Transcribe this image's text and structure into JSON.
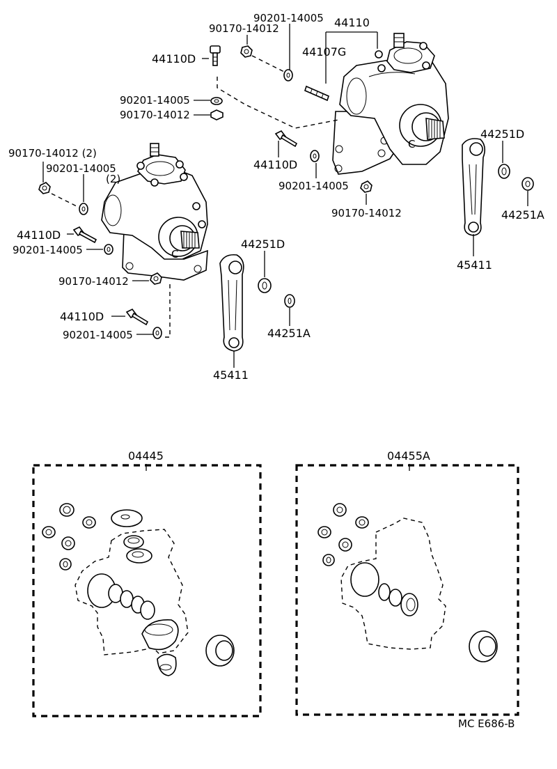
{
  "diagram": {
    "code": "MC E686-B",
    "labels": {
      "u_nut_top": "90170-14012",
      "u_washer_top": "90201-14005",
      "u_assy": "44110",
      "u_bolt_top": "44110D",
      "u_stud": "44107G",
      "u_washer_mid": "90201-14005",
      "u_nut_mid": "90170-14012",
      "u_bolt_mid": "44110D",
      "u_washer_low": "90201-14005",
      "u_nut_low": "90170-14012",
      "u_seal_d": "44251D",
      "u_seal_a": "44251A",
      "u_arm": "45411",
      "l_nut_top": "90170-14012 (2)",
      "l_washer_top": "90201-14005",
      "l_qty": "(2)",
      "l_bolt_1": "44110D",
      "l_washer_1": "90201-14005",
      "l_nut_1": "90170-14012",
      "l_bolt_2": "44110D",
      "l_washer_2": "90201-14005",
      "l_seal_d": "44251D",
      "l_seal_a": "44251A",
      "l_arm": "45411",
      "kit_left": "04445",
      "kit_right": "04455A"
    }
  }
}
